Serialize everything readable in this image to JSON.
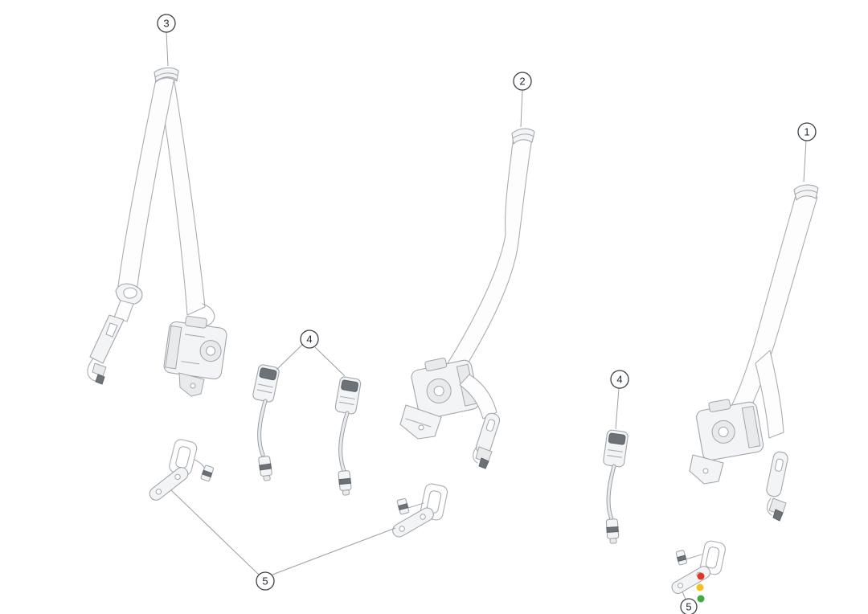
{
  "diagram": {
    "callouts": [
      {
        "label": "3"
      },
      {
        "label": "2"
      },
      {
        "label": "1"
      },
      {
        "label": "4"
      },
      {
        "label": "4"
      },
      {
        "label": "5"
      },
      {
        "label": "5"
      }
    ],
    "status_dots": {
      "red": "#e0352c",
      "yellow": "#f2c21d",
      "green": "#3faa47"
    },
    "colors": {
      "line": "#a9adb2",
      "callout_border": "#3a4046",
      "background": "#ffffff"
    }
  }
}
